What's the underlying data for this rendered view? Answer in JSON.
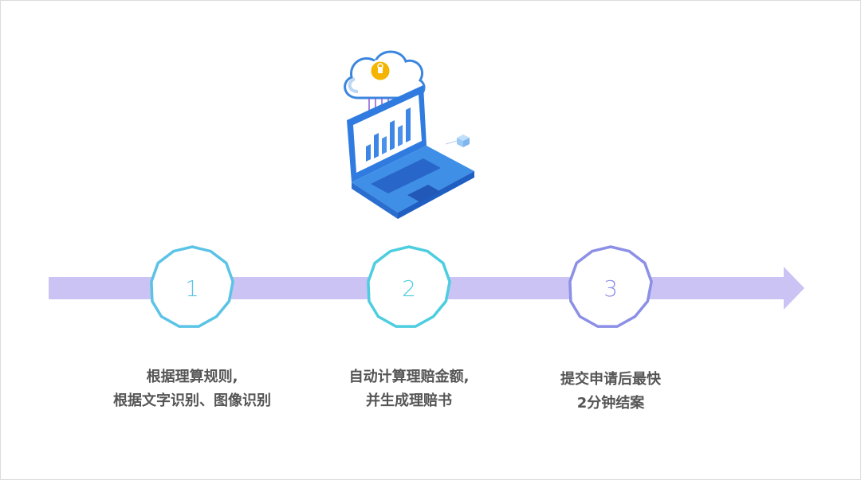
{
  "colors": {
    "arrow": "#cbc3f3",
    "step1": "#5bc3e6",
    "step2": "#4ccde0",
    "step3": "#8c8fe6",
    "text": "#555555"
  },
  "illustration": {
    "icon": "cloud-laptop-analytics-icon"
  },
  "steps": [
    {
      "number": "1",
      "line1": "根据理算规则,",
      "line2": "根据文字识别、图像识别"
    },
    {
      "number": "2",
      "line1": "自动计算理赔金额,",
      "line2": "并生成理赔书"
    },
    {
      "number": "3",
      "line1": "提交申请后最快",
      "line2": "2分钟结案"
    }
  ]
}
